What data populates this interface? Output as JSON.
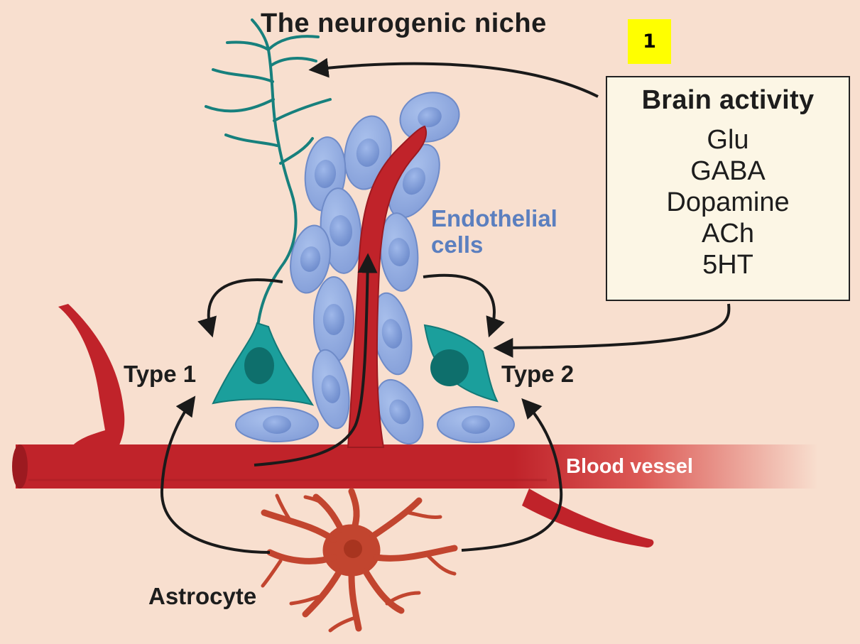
{
  "title": "The neurogenic niche",
  "badge": "1",
  "brain_activity": {
    "title": "Brain activity",
    "items": [
      "Glu",
      "GABA",
      "Dopamine",
      "ACh",
      "5HT"
    ]
  },
  "labels": {
    "endothelial": [
      "Endothelial",
      "cells"
    ],
    "type1": "Type 1",
    "type2": "Type 2",
    "blood_vessel": "Blood vessel",
    "astrocyte": "Astrocyte"
  },
  "colors": {
    "background": "#f8dfcf",
    "vessel": "#c0232a",
    "endothelial_cell": "#8aa5dc",
    "stem_cell": "#1b9f9c",
    "astrocyte": "#c2452f",
    "badge": "#ffff00",
    "box": "#fcf6e5"
  }
}
